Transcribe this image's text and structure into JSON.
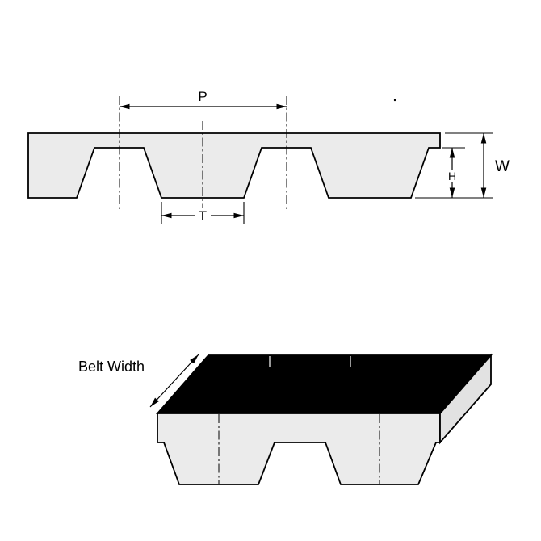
{
  "diagram": {
    "labels": {
      "pitch": "P",
      "tooth": "T",
      "height": "H",
      "width": "W",
      "belt_width": "Belt Width"
    },
    "colors": {
      "outline": "#000000",
      "belt_fill": "#ebebeb",
      "top_surface": "#000000",
      "end_face": "#e2e2e2",
      "background": "#ffffff"
    }
  }
}
